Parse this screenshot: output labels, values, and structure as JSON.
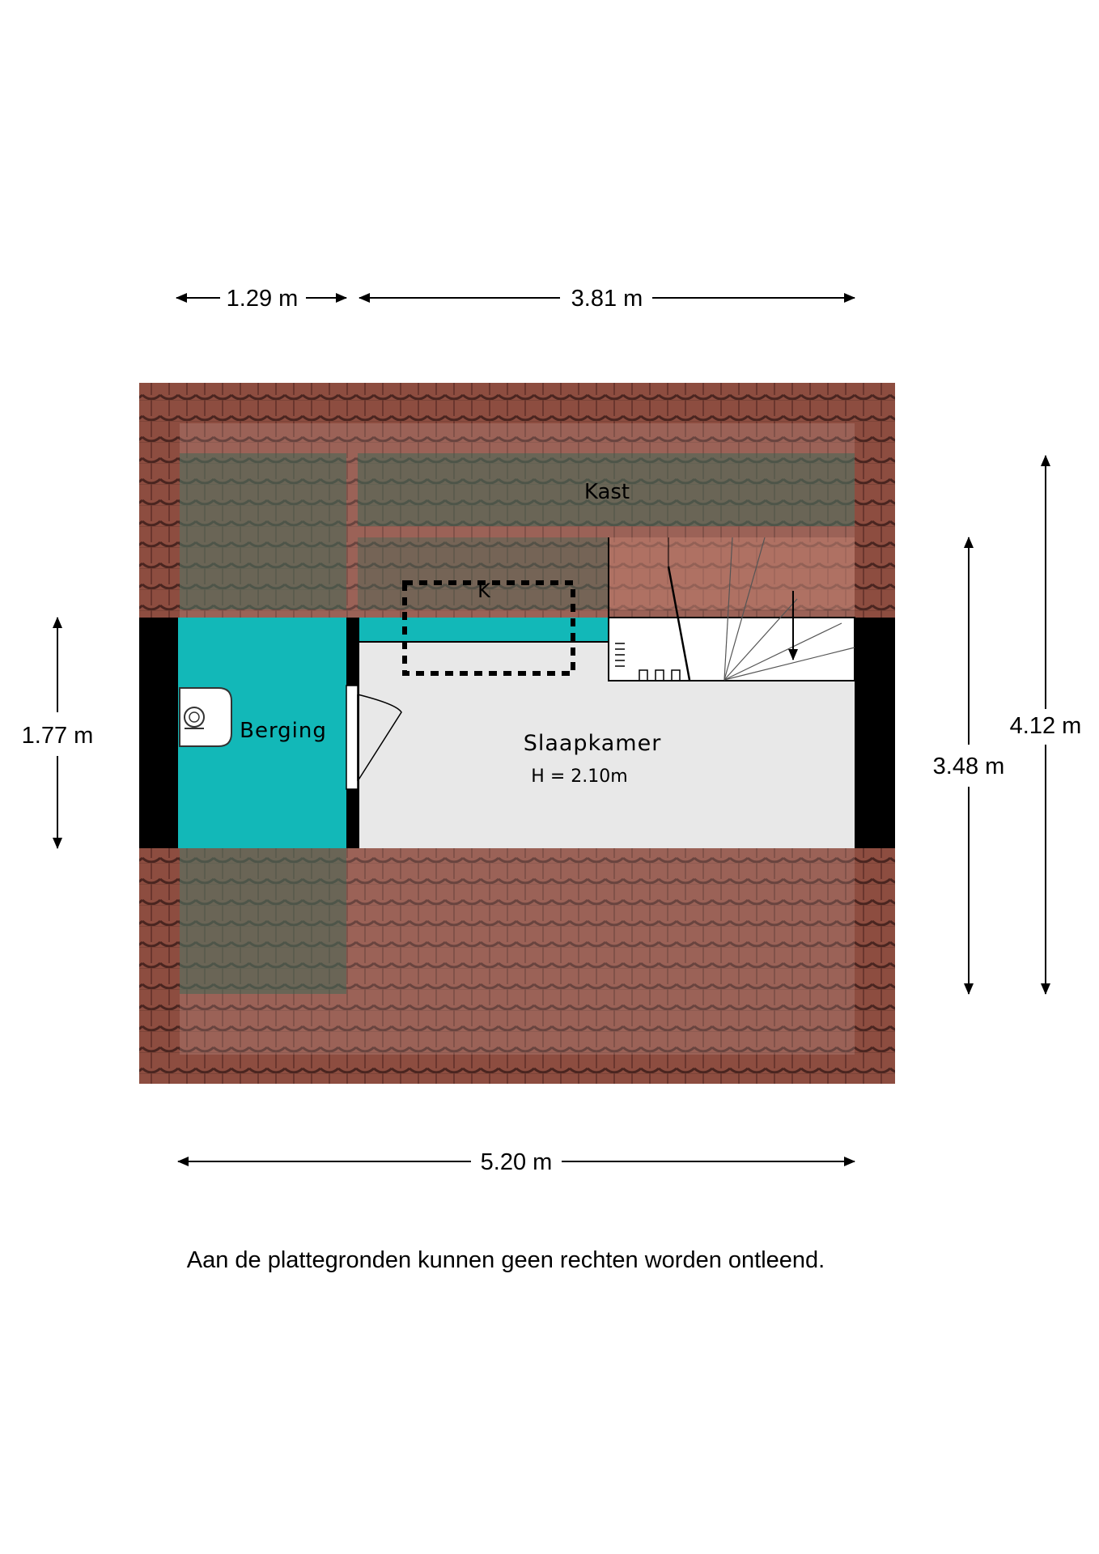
{
  "dimensions": {
    "top_left": "1.29 m",
    "top_right": "3.81 m",
    "bottom": "5.20 m",
    "left": "1.77 m",
    "right_inner": "3.48 m",
    "right_outer": "4.12 m"
  },
  "rooms": {
    "kast": "Kast",
    "k": "K",
    "berging": "Berging",
    "slaapkamer": "Slaapkamer",
    "slaapkamer_height": "H = 2.10m"
  },
  "disclaimer": "Aan de plattegronden kunnen geen rechten worden ontleend.",
  "colors": {
    "roof_tile": "#8a4a3c",
    "teal": "#12b8b8",
    "floor": "#e8e8e8",
    "wall": "#000000"
  }
}
